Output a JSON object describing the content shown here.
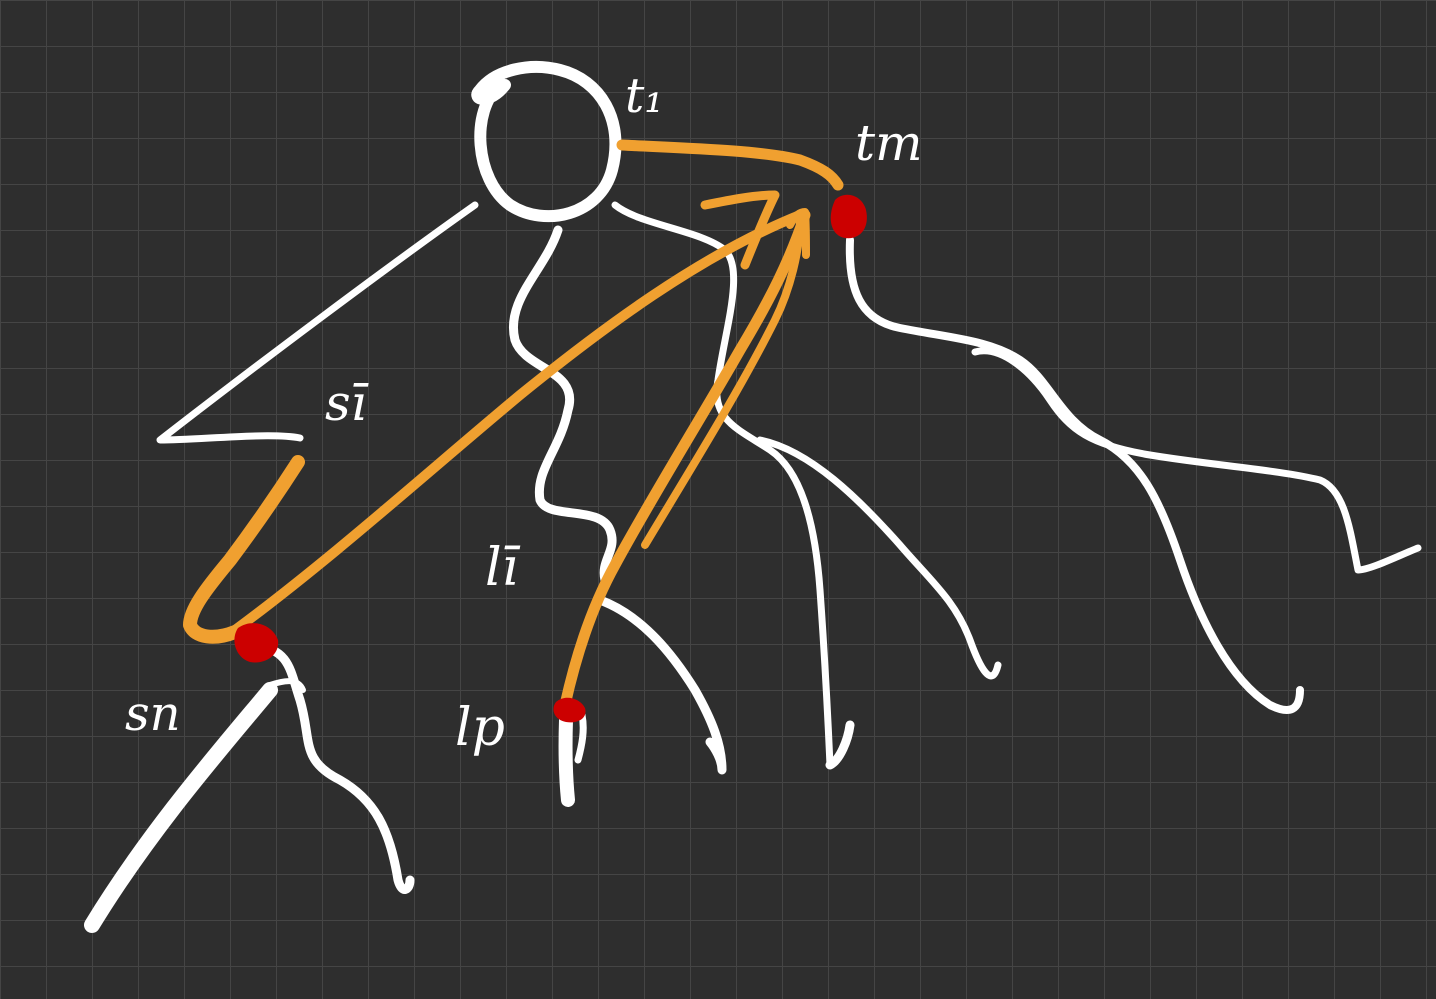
{
  "labels": {
    "t1": "t₁",
    "tm": "tm",
    "si": "sī",
    "sn": "sn",
    "li": "lī",
    "lp": "lp"
  },
  "colors": {
    "background": "#2e2e2e",
    "grid": "#454545",
    "ink_white": "#ffffff",
    "ink_orange": "#f0a030",
    "marker_red": "#cc0000"
  },
  "icons": {
    "arrowhead": "arrowhead-icon",
    "marker": "red-dot-marker"
  }
}
